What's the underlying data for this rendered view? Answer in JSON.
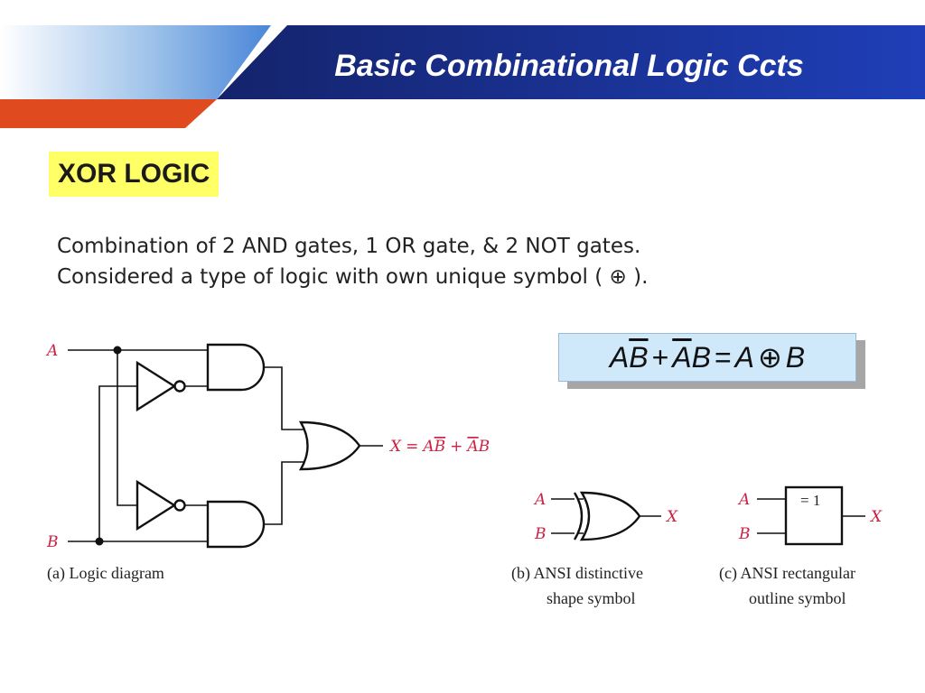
{
  "slide": {
    "title": "Basic Combinational Logic Ccts",
    "section_label": "XOR LOGIC",
    "body_lines": [
      "Combination of 2 AND gates, 1 OR gate, & 2 NOT gates.",
      "Considered a type of logic with own unique symbol ( ⊕ )."
    ]
  },
  "formula": {
    "t1_a": "A",
    "t1_b": "B",
    "plus": "+",
    "t2_a": "A",
    "t2_b": "B",
    "equals": "=",
    "rhs_a": "A",
    "xor": "⊕",
    "rhs_b": "B"
  },
  "figure": {
    "input_a": "A",
    "input_b": "B",
    "output_expr_x": "X",
    "output_expr_eq": "=",
    "output_expr_t1_a": "A",
    "output_expr_t1_b": "B",
    "output_expr_plus": "+",
    "output_expr_t2_a": "A",
    "output_expr_t2_b": "B",
    "caption_a": "(a)  Logic diagram",
    "caption_b_line1": "(b)   ANSI distinctive",
    "caption_b_line2": "shape symbol",
    "caption_c_line1": "(c)  ANSI rectangular",
    "caption_c_line2": "outline symbol",
    "symbol_b": {
      "in_a": "A",
      "in_b": "B",
      "out": "X"
    },
    "symbol_c": {
      "in_a": "A",
      "in_b": "B",
      "out": "X",
      "box_label": "= 1"
    }
  },
  "colors": {
    "header_navy": "#1b2f8f",
    "header_orange": "#e04a1f",
    "highlight_yellow": "#ffff66",
    "formula_bg": "#cfe9fb",
    "signal_label": "#cc2244"
  }
}
